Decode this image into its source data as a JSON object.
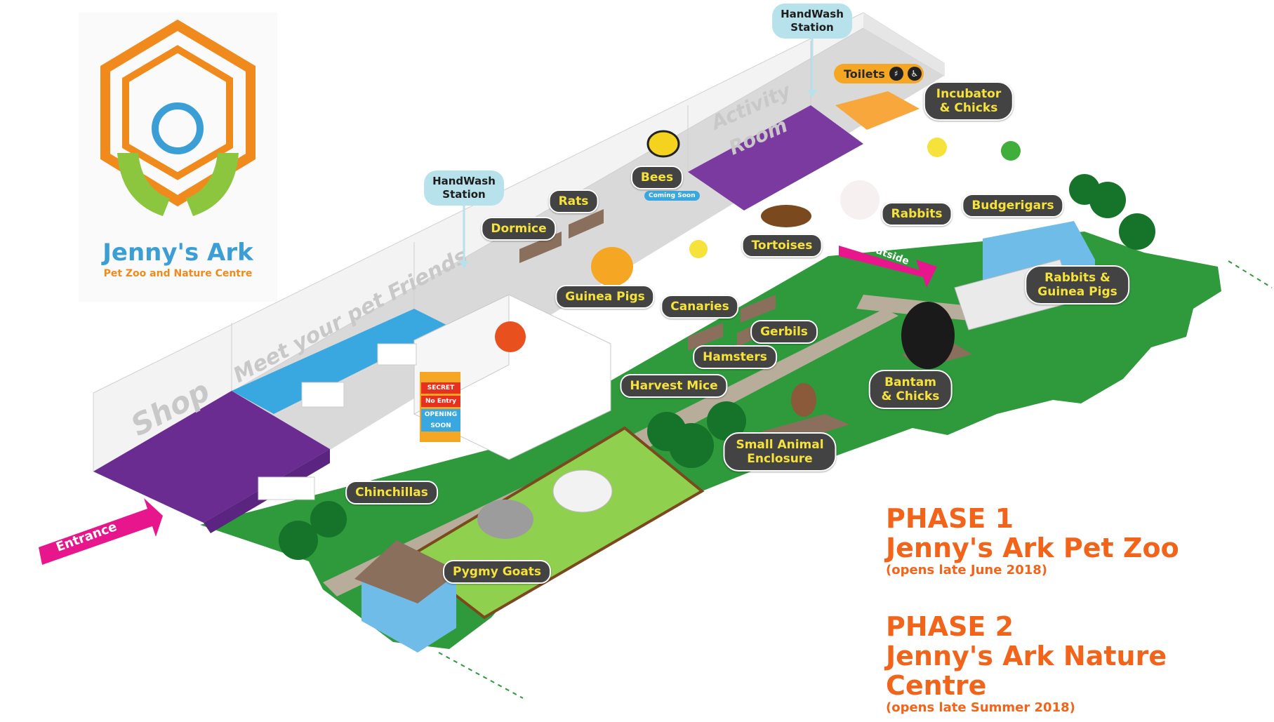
{
  "logo": {
    "title": "Jenny's Ark",
    "subtitle": "Pet Zoo and Nature Centre"
  },
  "walls": {
    "shop": "Shop",
    "meet": "Meet your pet Friends",
    "activity_line1": "Activity",
    "activity_line2": "Room"
  },
  "handwash": [
    {
      "line1": "HandWash",
      "line2": "Station"
    },
    {
      "line1": "HandWash",
      "line2": "Station"
    }
  ],
  "toilets": "Toilets",
  "bees_badge": "Coming Soon",
  "secret": {
    "line1": "SECRET",
    "line2": "No Entry",
    "line3": "OPENING SOON"
  },
  "labels": {
    "bees": "Bees",
    "rats": "Rats",
    "dormice": "Dormice",
    "guinea_pigs": "Guinea Pigs",
    "canaries": "Canaries",
    "tortoises": "Tortoises",
    "rabbits": "Rabbits",
    "budgerigars": "Budgerigars",
    "incubator_l1": "Incubator",
    "incubator_l2": "& Chicks",
    "rabbits_gp_l1": "Rabbits &",
    "rabbits_gp_l2": "Guinea Pigs",
    "gerbils": "Gerbils",
    "hamsters": "Hamsters",
    "harvest_mice": "Harvest Mice",
    "bantam_l1": "Bantam",
    "bantam_l2": "& Chicks",
    "small_l1": "Small Animal",
    "small_l2": "Enclosure",
    "chinchillas": "Chinchillas",
    "pygmy_goats": "Pygmy Goats"
  },
  "arrows": {
    "entrance": "Entrance",
    "outside": "Outside"
  },
  "phases": [
    {
      "head": "PHASE 1",
      "name": "Jenny's Ark Pet Zoo",
      "note": "(opens late June 2018)"
    },
    {
      "head": "PHASE 2",
      "name": "Jenny's Ark Nature Centre",
      "note": "(opens late Summer 2018)"
    }
  ],
  "colors": {
    "grass": "#2e9a3c",
    "floor": "#d6d6d6",
    "purple": "#6a2c91",
    "blue": "#3aa8e0",
    "label_bg": "#434343",
    "label_text": "#f5e23a",
    "phase_text": "#f2641a",
    "arrow": "#e8168c",
    "orange_floor": "#f7a73b"
  }
}
